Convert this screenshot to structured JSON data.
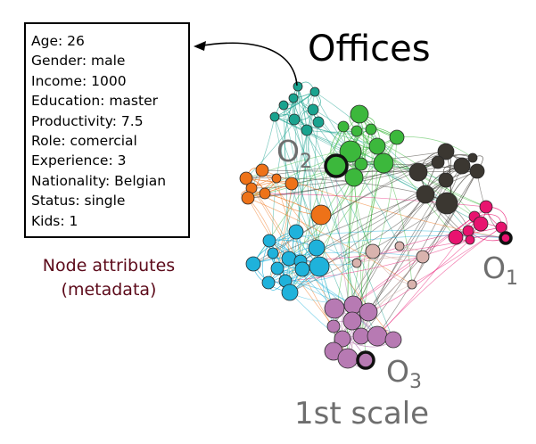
{
  "attributes_box": {
    "lines": [
      "Age: 26",
      "Gender: male",
      "Income: 1000",
      "Education: master",
      "Productivity: 7.5",
      "Role: comercial",
      "Experience: 3",
      "Nationality: Belgian",
      "Status: single",
      "Kids: 1"
    ]
  },
  "caption": {
    "line1": "Node attributes",
    "line2": "(metadata)"
  },
  "title": "Offices",
  "scale_label": "1st scale",
  "offices": [
    {
      "letter": "O",
      "index": "1"
    },
    {
      "letter": "O",
      "index": "2"
    },
    {
      "letter": "O",
      "index": "3"
    }
  ],
  "colors": {
    "teal": "#1aa38f",
    "green": "#3cb83c",
    "dark": "#3b3731",
    "pink": "#e8136f",
    "orange": "#ee7218",
    "cyan": "#1fb2db",
    "beige": "#d9b3ae",
    "purple": "#b77ab3",
    "caption": "#5c0a1a",
    "label_gray": "#6e6e6e"
  }
}
